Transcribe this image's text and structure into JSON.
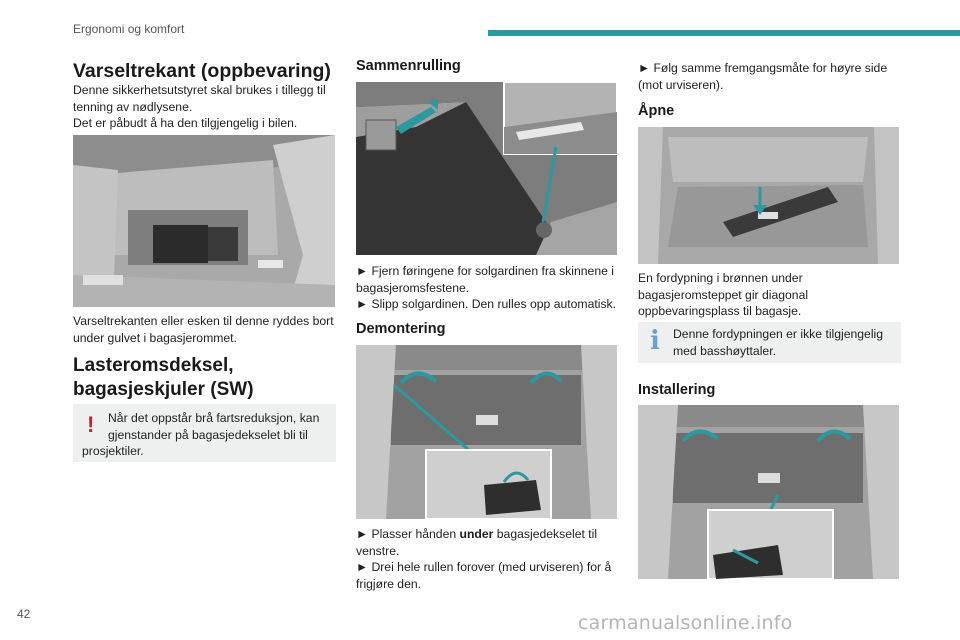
{
  "header": {
    "section": "Ergonomi og komfort",
    "accent_color": "#2a9aa0"
  },
  "page_number": "42",
  "col1": {
    "title1": "Varseltrekant (oppbevaring)",
    "p1_line1": "Denne sikkerhetsutstyret skal brukes i tillegg til",
    "p1_line2": "tenning av nødlysene.",
    "p1_line3": "Det er påbudt å ha den tilgjengelig i bilen.",
    "p2_line1": "Varseltrekanten eller esken til denne ryddes bort",
    "p2_line2": "under gulvet i bagasjerommet.",
    "title2_line1": "Lasteromsdeksel,",
    "title2_line2": "bagasjeskjuler (SW)",
    "warning_mark": "!",
    "warning_line1": "Når det oppstår brå fartsreduksjon, kan",
    "warning_line2": "gjenstander på bagasjedekselet bli til",
    "warning_line3": "prosjektiler."
  },
  "col2": {
    "h_roll": "Sammenrulling",
    "roll_line1": "► Fjern føringene for solgardinen fra skinnene i",
    "roll_line2": "bagasjeromsfestene.",
    "roll_line3": "► Slipp solgardinen. Den rulles opp automatisk.",
    "h_remove": "Demontering",
    "rem_prefix": "► Plasser hånden ",
    "rem_bold": "under",
    "rem_suffix": " bagasjedekselet til",
    "rem_line2": "venstre.",
    "rem_line3": "► Drei hele rullen forover (med urviseren) for å",
    "rem_line4": "frigjøre den."
  },
  "col3": {
    "intro_line1": "► Følg samme fremgangsmåte for høyre side",
    "intro_line2": "(mot urviseren).",
    "h_open": "Åpne",
    "open_line1": "En fordypning i brønnen under",
    "open_line2": "bagasjeromsteppet gir diagonal",
    "open_line3": "oppbevaringsplass til bagasje.",
    "info_mark": "i",
    "info_line1": "Denne fordypningen er ikke tilgjengelig",
    "info_line2": "med basshøyttaler.",
    "h_install": "Installering"
  },
  "watermark": "carmanualsonline.info"
}
